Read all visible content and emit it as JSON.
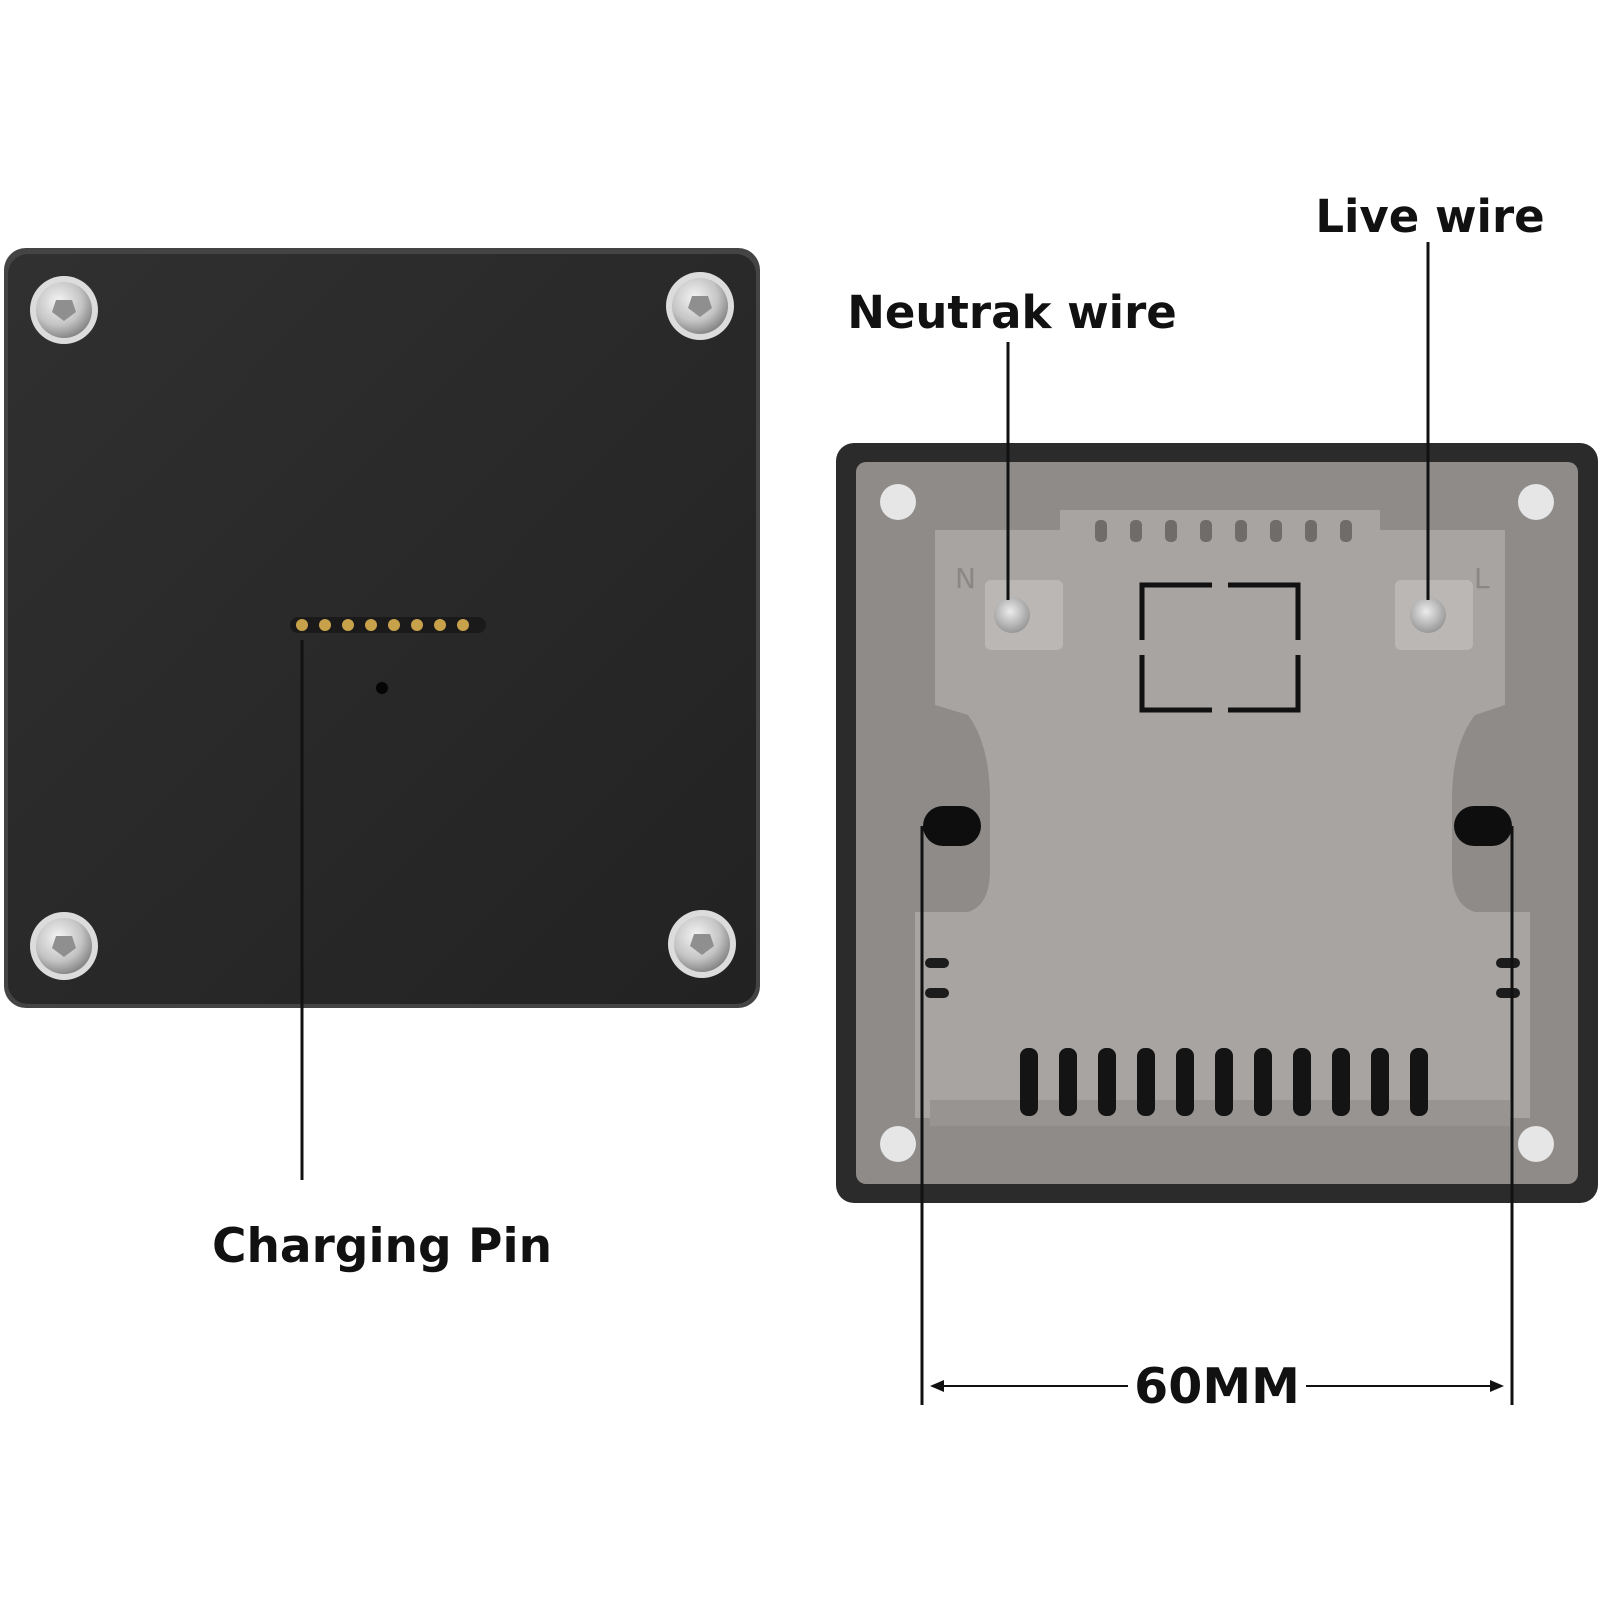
{
  "callouts": {
    "live_wire": "Live wire",
    "neutral_wire": "Neutrak wire",
    "charging_pin": "Charging Pin"
  },
  "terminals": {
    "neutral": "N",
    "live": "L"
  },
  "dimension": {
    "label": "60MM"
  },
  "colors": {
    "front_plate": "#2a2a2a",
    "back_frame": "#2b2b2b",
    "back_plate": "#8e8b88",
    "housing": "#a7a4a1",
    "screw": "#c9c9c9",
    "pin_gold": "#c8a24a",
    "line": "#111111"
  },
  "icons": {
    "screw": "screw-icon",
    "terminal": "terminal-screw-icon",
    "arrow_left": "arrow-left-icon",
    "arrow_right": "arrow-right-icon"
  }
}
